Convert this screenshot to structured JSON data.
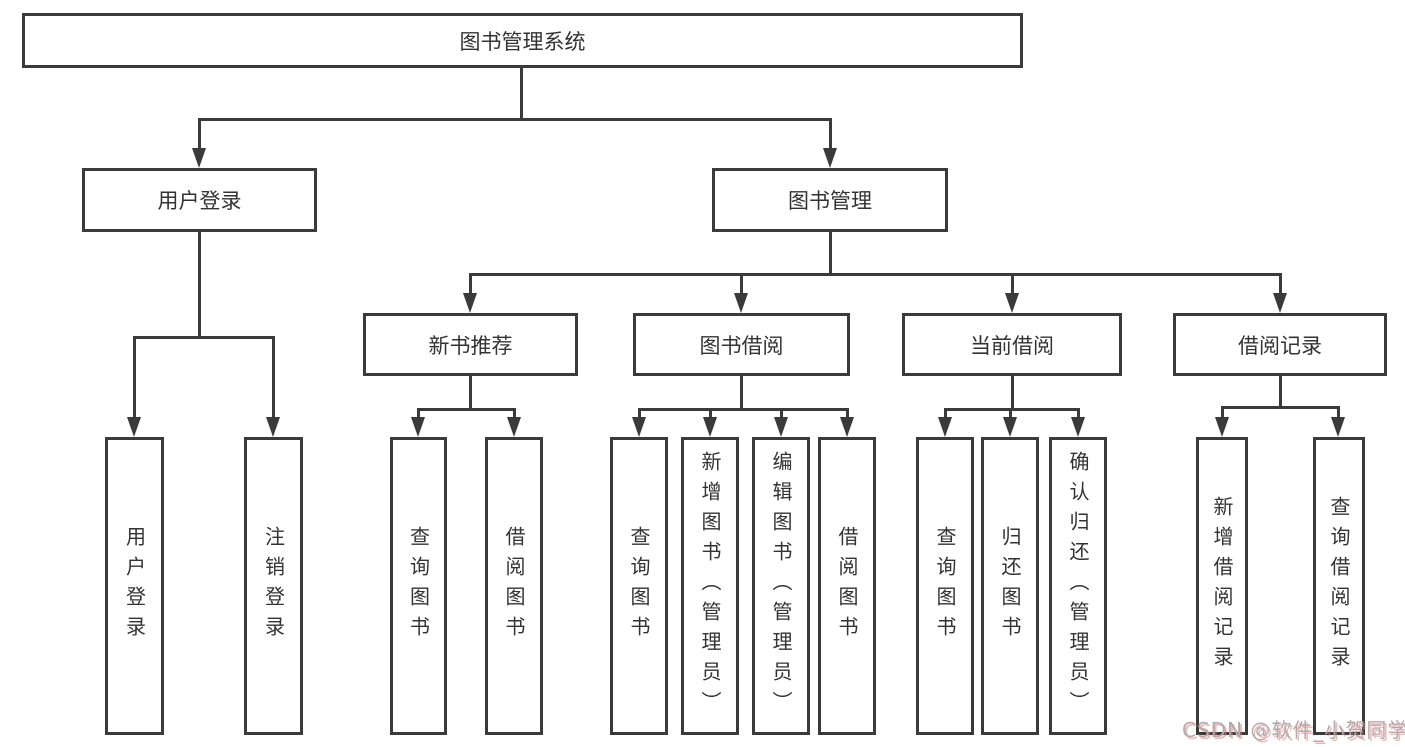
{
  "diagram": {
    "background": "#ffffff",
    "line_color": "#3a3a3a",
    "text_color": "#333333",
    "watermark": {
      "text": "CSDN @软件_小贺同学",
      "color": "#adadad"
    },
    "tree": {
      "label": "图书管理系统",
      "children": [
        {
          "label": "用户登录",
          "children": [
            {
              "label": "用户登录"
            },
            {
              "label": "注销登录"
            }
          ]
        },
        {
          "label": "图书管理",
          "children": [
            {
              "label": "新书推荐",
              "children": [
                {
                  "label": "查询图书"
                },
                {
                  "label": "借阅图书"
                }
              ]
            },
            {
              "label": "图书借阅",
              "children": [
                {
                  "label": "查询图书"
                },
                {
                  "label": "新增图书（管理员）"
                },
                {
                  "label": "编辑图书（管理员）"
                },
                {
                  "label": "借阅图书"
                }
              ]
            },
            {
              "label": "当前借阅",
              "children": [
                {
                  "label": "查询图书"
                },
                {
                  "label": "归还图书"
                },
                {
                  "label": "确认归还（管理员）"
                }
              ]
            },
            {
              "label": "借阅记录",
              "children": [
                {
                  "label": "新增借阅记录"
                },
                {
                  "label": "查询借阅记录"
                }
              ]
            }
          ]
        }
      ]
    }
  }
}
